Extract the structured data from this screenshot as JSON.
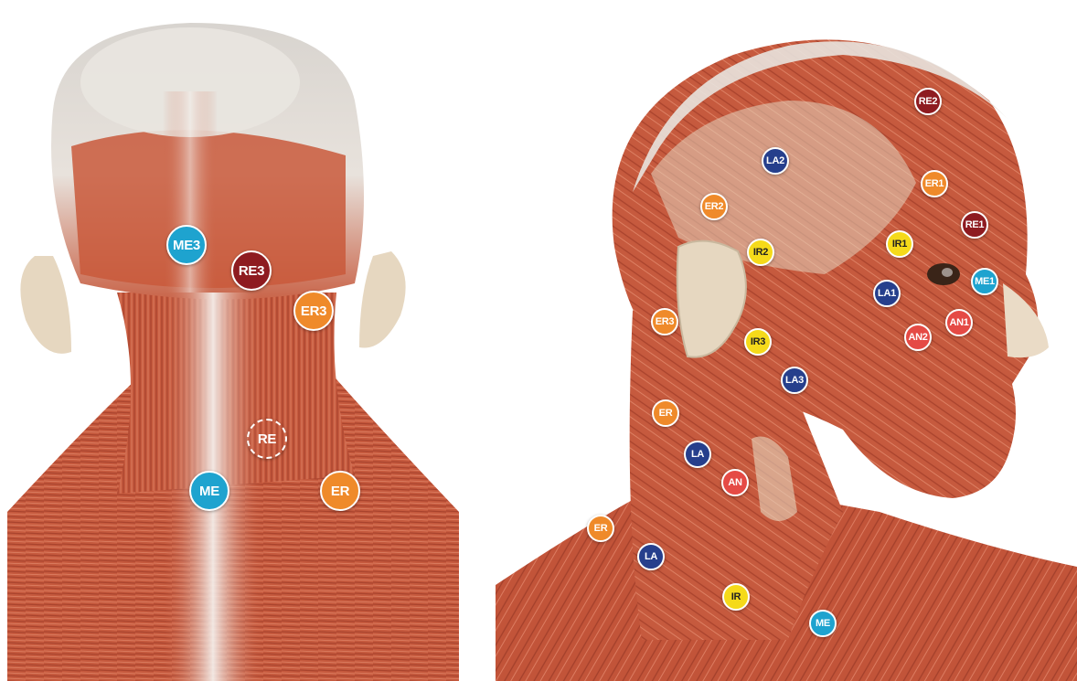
{
  "colors": {
    "ME": "#1ea3cf",
    "RE": "#8e1b20",
    "ER": "#ef8a2a",
    "IR": "#f5da1a",
    "LA": "#263f8c",
    "AN": "#e54a45",
    "muscle": "#c85c3f",
    "skin_highlight": "#e9e3dc",
    "ear": "#e6d7c0"
  },
  "back_view": {
    "markers": [
      {
        "label": "ME3",
        "color": "cyan"
      },
      {
        "label": "RE3",
        "color": "darkred"
      },
      {
        "label": "ER3",
        "color": "orange"
      },
      {
        "label": "RE",
        "color": "rust-dashed"
      },
      {
        "label": "ME",
        "color": "cyan"
      },
      {
        "label": "ER",
        "color": "orange"
      }
    ]
  },
  "side_view": {
    "markers": [
      {
        "label": "RE2",
        "color": "darkred"
      },
      {
        "label": "LA2",
        "color": "navy"
      },
      {
        "label": "ER1",
        "color": "orange"
      },
      {
        "label": "ER2",
        "color": "orange"
      },
      {
        "label": "RE1",
        "color": "darkred"
      },
      {
        "label": "IR2",
        "color": "yellow"
      },
      {
        "label": "IR1",
        "color": "yellow"
      },
      {
        "label": "ME1",
        "color": "cyan"
      },
      {
        "label": "LA1",
        "color": "navy"
      },
      {
        "label": "ER3",
        "color": "orange"
      },
      {
        "label": "AN1",
        "color": "red"
      },
      {
        "label": "AN2",
        "color": "red"
      },
      {
        "label": "IR3",
        "color": "yellow"
      },
      {
        "label": "LA3",
        "color": "navy"
      },
      {
        "label": "ER",
        "color": "orange"
      },
      {
        "label": "LA",
        "color": "navy"
      },
      {
        "label": "AN",
        "color": "red"
      },
      {
        "label": "ER",
        "color": "orange"
      },
      {
        "label": "LA",
        "color": "navy"
      },
      {
        "label": "IR",
        "color": "yellow"
      },
      {
        "label": "ME",
        "color": "cyan"
      }
    ]
  }
}
